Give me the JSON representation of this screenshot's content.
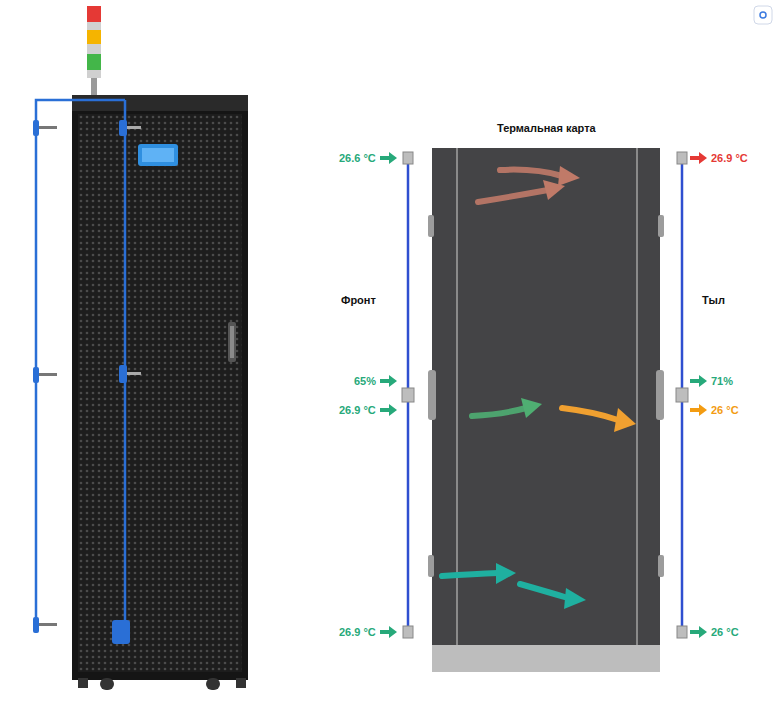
{
  "diagram": {
    "title": "Термальная карта",
    "labels": [
      "Фронт",
      "Тыл",
      "26.6 °C",
      "65%",
      "26.9 °C",
      "26.9 °C",
      "26.9 °C",
      "71%",
      "26 °C",
      "26 °C"
    ]
  }
}
